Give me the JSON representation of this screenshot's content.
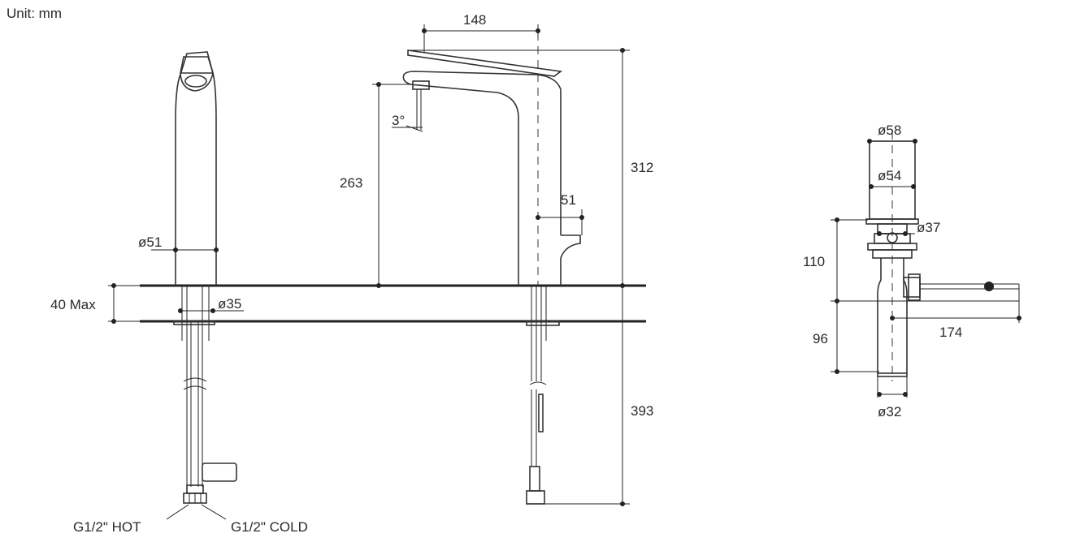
{
  "unit_label": "Unit: mm",
  "dimensions": {
    "spout_reach": "148",
    "spout_height": "263",
    "total_height": "312",
    "body_offset": "51",
    "spout_angle": "3°",
    "side_body_diameter": "ø51",
    "deck_thickness": "40 Max",
    "hole_diameter": "ø35",
    "under_deck_length": "393",
    "waste_top_diameter": "ø58",
    "waste_cap_diameter": "ø54",
    "waste_thread_diameter": "ø37",
    "waste_height": "110",
    "waste_lower_length": "96",
    "waste_rod_length": "174",
    "waste_pipe_diameter": "ø32"
  },
  "connections": {
    "hot": "G1/2\" HOT",
    "cold": "G1/2\" COLD"
  }
}
